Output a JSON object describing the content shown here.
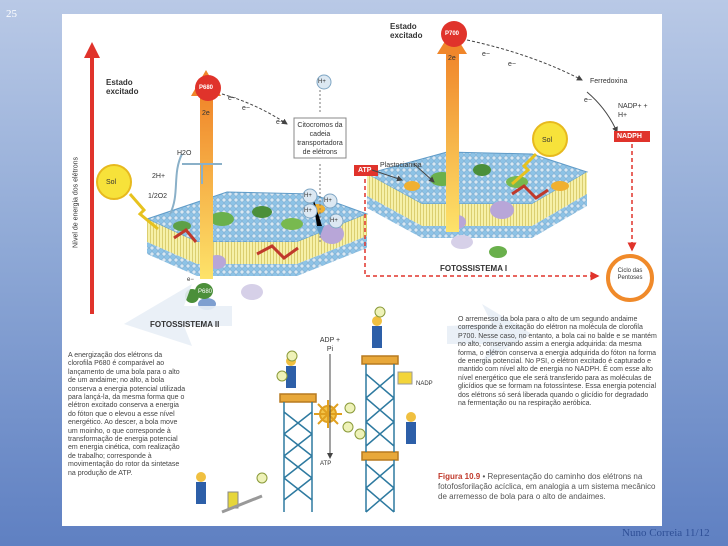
{
  "slide_number": "25",
  "footer": "Nuno Correia 11/12",
  "axis_label": "Nível de energia dos elétrons",
  "ps2": {
    "excited_label": "Estado excitado",
    "p680": "P680",
    "two_e": "2e",
    "water": "H2O",
    "two_h": "2H+",
    "half_o2": "1/2O2",
    "sol": "Sol",
    "title": "FOTOSSISTEMA II"
  },
  "cytochrome": "Citocromos da cadeia transportadora de elétrons",
  "protons": [
    "H+",
    "H+",
    "H+",
    "H+",
    "H+"
  ],
  "ps1": {
    "excited_label": "Estado excitado",
    "p700": "P700",
    "two_e": "2e",
    "ferredoxina": "Ferredoxina",
    "nadp": "NADP+ + H+",
    "nadph": "NADPH",
    "plastocianina": "Plastocianina",
    "atp": "ATP",
    "sol": "Sol",
    "title": "FOTOSSISTEMA I",
    "cycle": "Ciclo das Pentoses"
  },
  "electron_label": "e−",
  "analogy": {
    "adp": "ADP + Pi",
    "atp": "ATP",
    "nadp": "NADP",
    "left_text": "A energização dos elétrons da clorofila P680 é comparável ao lançamento de uma bola para o alto de um andaime; no alto, a bola conserva a energia potencial utilizada para lançá-la, da mesma forma que o elétron excitado conserva a energia do fóton que o elevou a esse nível energético. Ao descer, a bola move um moinho, o que corresponde à transformação de energia potencial em energia cinética, com realização de trabalho; corresponde à movimentação do rotor da sintetase na produção de ATP.",
    "right_text": "O arremesso da bola para o alto de um segundo andaime corresponde à excitação do elétron na molécula de clorofila P700. Nesse caso, no entanto, a bola cai no balde e se mantém no alto, conservando assim a energia adquirida: da mesma forma, o elétron conserva a energia adquirida do fóton na forma de energia potencial. No PSI, o elétron excitado é capturado e mantido com nível alto de energia no NADPH. É com esse alto nível energético que ele será transferido para as moléculas de glicídios que se formam na fotossíntese. Essa energia potencial dos elétrons só será liberada quando o glicídio for degradado na fermentação ou na respiração aeróbica."
  },
  "figure": {
    "number": "Figura 10.9",
    "caption": "• Representação do caminho dos elétrons na fotofosforilação acíclica, em analogia a um sistema mecânico de arremesso de bola para o alto de andaimes."
  },
  "colors": {
    "background_top": "#b9c9e6",
    "background_bottom": "#5f80c2",
    "accent_red": "#e0332b",
    "orange": "#f29a2e",
    "membrane": "#9ecbe8",
    "footer": "#2e4f96"
  }
}
